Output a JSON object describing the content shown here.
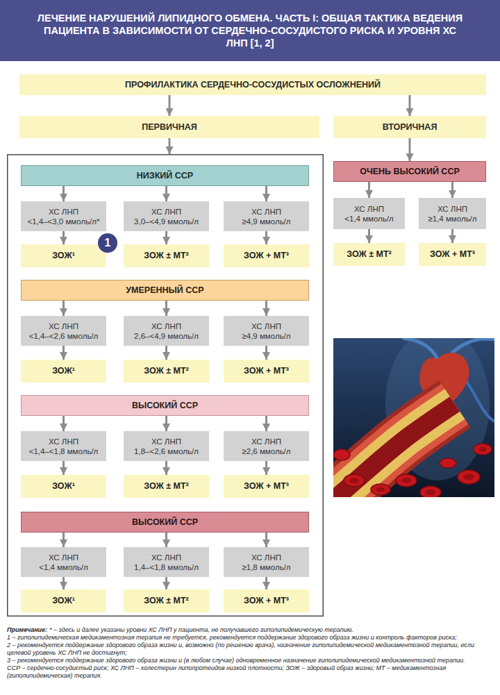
{
  "diagram": {
    "title": "ЛЕЧЕНИЕ НАРУШЕНИЙ ЛИПИДНОГО ОБМЕНА. ЧАСТЬ I: ОБЩАЯ ТАКТИКА ВЕДЕНИЯ ПАЦИЕНТА В ЗАВИСИМОСТИ ОТ СЕРДЕЧНО-СОСУДИСТОГО РИСКА И УРОВНЯ ХС ЛНП [1, 2]",
    "nodes": [
      {
        "text": [
          "ПРОФИЛАКТИКА СЕРДЕЧНО-СОСУДИСТЫХ ОСЛОЖНЕНИЙ"
        ]
      },
      {
        "text": [
          "ПЕРВИЧНАЯ"
        ]
      },
      {
        "text": [
          "ВТОРИЧНАЯ"
        ]
      },
      {
        "text": []
      },
      {
        "text": [
          "НИЗКИЙ ССР"
        ],
        "in": 3
      },
      {
        "text": [
          "ХС ЛНП",
          "<1,4–<3,0 ммоль/л*"
        ],
        "in": 3
      },
      {
        "text": [
          "ХС ЛНП",
          "3,0–<4,9 ммоль/л"
        ],
        "in": 3
      },
      {
        "text": [
          "ХС ЛНП",
          "≥4,9 ммоль/л"
        ],
        "in": 3
      },
      {
        "text": [
          "ЗОЖ¹"
        ],
        "in": 3
      },
      {
        "text": [
          "ЗОЖ ± МТ²"
        ],
        "in": 3
      },
      {
        "text": [
          "ЗОЖ + МТ³"
        ],
        "in": 3
      },
      {
        "text": [
          "УМЕРЕННЫЙ ССР"
        ],
        "in": 3
      },
      {
        "text": [
          "ХС ЛНП",
          "<1,4–<2,6 ммоль/л"
        ],
        "in": 3
      },
      {
        "text": [
          "ХС ЛНП",
          "2,6–<4,9 ммоль/л"
        ],
        "in": 3
      },
      {
        "text": [
          "ХС ЛНП",
          "≥4,9 ммоль/л"
        ],
        "in": 3
      },
      {
        "text": [
          "ЗОЖ¹"
        ],
        "in": 3
      },
      {
        "text": [
          "ЗОЖ ± МТ²"
        ],
        "in": 3
      },
      {
        "text": [
          "ЗОЖ + МТ³"
        ],
        "in": 3
      },
      {
        "text": [
          "ВЫСОКИЙ ССР"
        ],
        "in": 3
      },
      {
        "text": [
          "ХС ЛНП",
          "<1,4–<1,8 ммоль/л"
        ],
        "in": 3
      },
      {
        "text": [
          "ХС ЛНП",
          "1,8–<2,6 ммоль/л"
        ],
        "in": 3
      },
      {
        "text": [
          "ХС ЛНП",
          "≥2,6 ммоль/л"
        ],
        "in": 3
      },
      {
        "text": [
          "ЗОЖ¹"
        ],
        "in": 3
      },
      {
        "text": [
          "ЗОЖ ± МТ²"
        ],
        "in": 3
      },
      {
        "text": [
          "ЗОЖ + МТ³"
        ],
        "in": 3
      },
      {
        "text": [
          "ВЫСОКИЙ ССР"
        ],
        "in": 3
      },
      {
        "text": [
          "ХС ЛНП",
          "<1,4 ммоль/л"
        ],
        "in": 3
      },
      {
        "text": [
          "ХС ЛНП",
          "1,4–<1,8 ммоль/л"
        ],
        "in": 3
      },
      {
        "text": [
          "ХС ЛНП",
          "≥1,8 ммоль/л"
        ],
        "in": 3
      },
      {
        "text": [
          "ЗОЖ¹"
        ],
        "in": 3
      },
      {
        "text": [
          "ЗОЖ ± МТ²"
        ],
        "in": 3
      },
      {
        "text": [
          "ЗОЖ + МТ³"
        ],
        "in": 3
      },
      {
        "text": [
          "ОЧЕНЬ ВЫСОКИЙ ССР"
        ]
      },
      {
        "text": [
          "ХС ЛНП",
          "<1,4 ммоль/л"
        ]
      },
      {
        "text": [
          "ХС ЛНП",
          "≥1,4 ммоль/л"
        ]
      },
      {
        "text": [
          "ЗОЖ ± МТ²"
        ]
      },
      {
        "text": [
          "ЗОЖ + МТ³"
        ]
      }
    ],
    "edges": [
      {
        "from": 0,
        "to": 1,
        "arrow": "to"
      },
      {
        "from": 0,
        "to": 2,
        "arrow": "to"
      },
      {
        "from": 1,
        "to": 3,
        "arrow": "to"
      },
      {
        "from": 4,
        "to": 5,
        "arrow": "to"
      },
      {
        "from": 4,
        "to": 6,
        "arrow": "to"
      },
      {
        "from": 4,
        "to": 7,
        "arrow": "to"
      },
      {
        "from": 5,
        "to": 8,
        "arrow": "to"
      },
      {
        "from": 6,
        "to": 9,
        "arrow": "to"
      },
      {
        "from": 7,
        "to": 10,
        "arrow": "to"
      },
      {
        "from": 11,
        "to": 12,
        "arrow": "to"
      },
      {
        "from": 11,
        "to": 13,
        "arrow": "to"
      },
      {
        "from": 11,
        "to": 14,
        "arrow": "to"
      },
      {
        "from": 12,
        "to": 15,
        "arrow": "to"
      },
      {
        "from": 13,
        "to": 16,
        "arrow": "to"
      },
      {
        "from": 14,
        "to": 17,
        "arrow": "to"
      },
      {
        "from": 18,
        "to": 19,
        "arrow": "to"
      },
      {
        "from": 18,
        "to": 20,
        "arrow": "to"
      },
      {
        "from": 18,
        "to": 21,
        "arrow": "to"
      },
      {
        "from": 19,
        "to": 22,
        "arrow": "to"
      },
      {
        "from": 20,
        "to": 23,
        "arrow": "to"
      },
      {
        "from": 21,
        "to": 24,
        "arrow": "to"
      },
      {
        "from": 25,
        "to": 26,
        "arrow": "to"
      },
      {
        "from": 25,
        "to": 27,
        "arrow": "to"
      },
      {
        "from": 25,
        "to": 28,
        "arrow": "to"
      },
      {
        "from": 26,
        "to": 29,
        "arrow": "to"
      },
      {
        "from": 27,
        "to": 30,
        "arrow": "to"
      },
      {
        "from": 28,
        "to": 31,
        "arrow": "to"
      },
      {
        "from": 2,
        "to": 32,
        "arrow": "to"
      },
      {
        "from": 32,
        "to": 33,
        "arrow": "to"
      },
      {
        "from": 32,
        "to": 34,
        "arrow": "to"
      },
      {
        "from": 33,
        "to": 35,
        "arrow": "to"
      },
      {
        "from": 34,
        "to": 36,
        "arrow": "to"
      }
    ],
    "labels": [
      "1",
      "Примечание:",
      "* – здесь и далее указаны уровни ХС ЛНП у пациента, не получавшего гиполипидемическую терапию.",
      "1 – гиполипидемическая медикаментозная терапия не требуется, рекомендуется поддержание здорового образа жизни и контроль факторов риска;",
      "2 – рекомендуется поддержание здорового образа жизни и, возможно (по решению врача), назначение гиполипидемической медикаментозной терапии, если целевой уровень ХС ЛНП не достигнут;",
      "3 – рекомендуется поддержание здорового образа жизни и (в любом случае) одновременное назначение гиполипидемической медикаментозной терапии.",
      "ССР – сердечно-сосудистый риск; ХС ЛНП – холестерин липопротеидов низкой плотности; ЗОЖ – здоровый образ жизни; МТ – медикаментозная (гиполипидемическая) терапия."
    ]
  }
}
